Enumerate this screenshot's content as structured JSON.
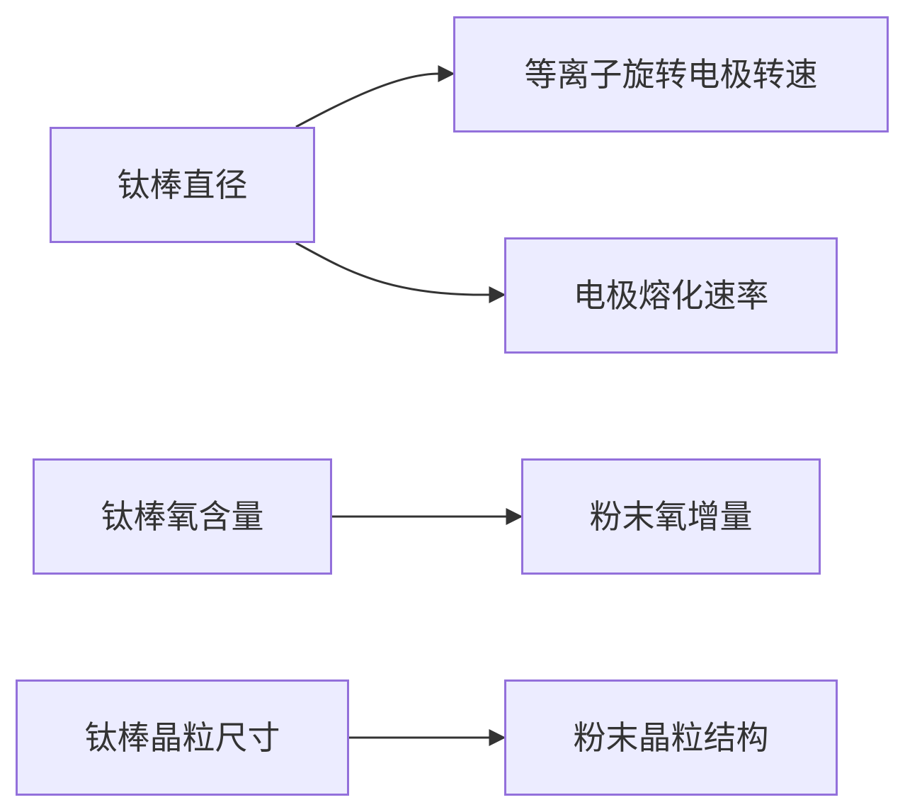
{
  "colors": {
    "node_fill": "#ececff",
    "node_border": "#9370db",
    "edge": "#333333",
    "text": "#333333"
  },
  "nodes": {
    "rod_diameter": "钛棒直径",
    "electrode_rotation_speed": "等离子旋转电极转速",
    "electrode_melting_rate": "电极熔化速率",
    "rod_oxygen_content": "钛棒氧含量",
    "powder_oxygen_increase": "粉末氧增量",
    "rod_grain_size": "钛棒晶粒尺寸",
    "powder_grain_structure": "粉末晶粒结构"
  },
  "edges": [
    {
      "from": "rod_diameter",
      "to": "electrode_rotation_speed"
    },
    {
      "from": "rod_diameter",
      "to": "electrode_melting_rate"
    },
    {
      "from": "rod_oxygen_content",
      "to": "powder_oxygen_increase"
    },
    {
      "from": "rod_grain_size",
      "to": "powder_grain_structure"
    }
  ]
}
